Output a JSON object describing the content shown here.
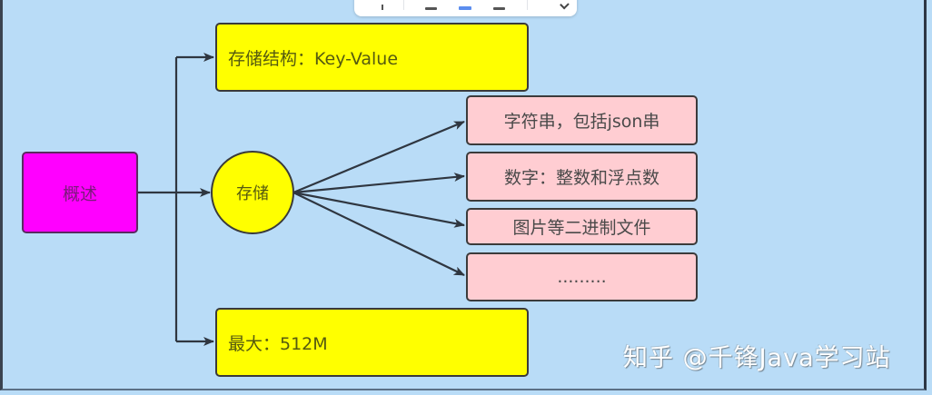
{
  "toolbar": {
    "icons": [
      "divider-tick-icon",
      "align-left-icon",
      "align-center-icon",
      "align-right-icon",
      "chevron-down-icon"
    ],
    "active_index": 2,
    "accent_color": "#5b8def"
  },
  "diagram": {
    "root": {
      "label": "概述",
      "color": "#ff00ff"
    },
    "top_branch": {
      "label": "存储结构：Key-Value",
      "color": "#ffff00"
    },
    "middle_branch": {
      "label": "存储",
      "color": "#ffff00",
      "shape": "circle"
    },
    "bottom_branch": {
      "label": "最大：512M",
      "color": "#ffff00"
    },
    "storage_types": [
      {
        "label": "字符串，包括json串"
      },
      {
        "label": "数字：整数和浮点数"
      },
      {
        "label": "图片等二进制文件"
      },
      {
        "label": "........."
      }
    ],
    "storage_type_color": "#ffcdd2",
    "background_color": "#b9dcf7"
  },
  "watermark": {
    "text": "知乎 @千锋Java学习站"
  }
}
